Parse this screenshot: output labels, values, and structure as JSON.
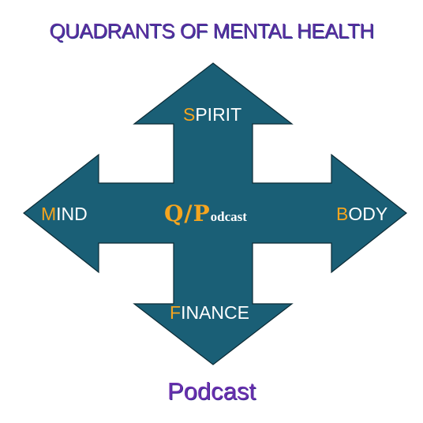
{
  "title": "QUADRANTS OF MENTAL HEALTH",
  "footer": "Podcast",
  "colors": {
    "arrow_fill": "#1a5f76",
    "arrow_stroke": "#0b2a35",
    "accent_initial": "#f5a51f",
    "title_purple": "#5b2d9e"
  },
  "quadrants": {
    "top": {
      "initial": "S",
      "rest": "PIRIT"
    },
    "left": {
      "initial": "M",
      "rest": "IND"
    },
    "right": {
      "initial": "B",
      "rest": "ODY"
    },
    "bottom": {
      "initial": "F",
      "rest": "INANCE"
    }
  },
  "logo": {
    "mark": "Q/P",
    "suffix": "odcast"
  }
}
